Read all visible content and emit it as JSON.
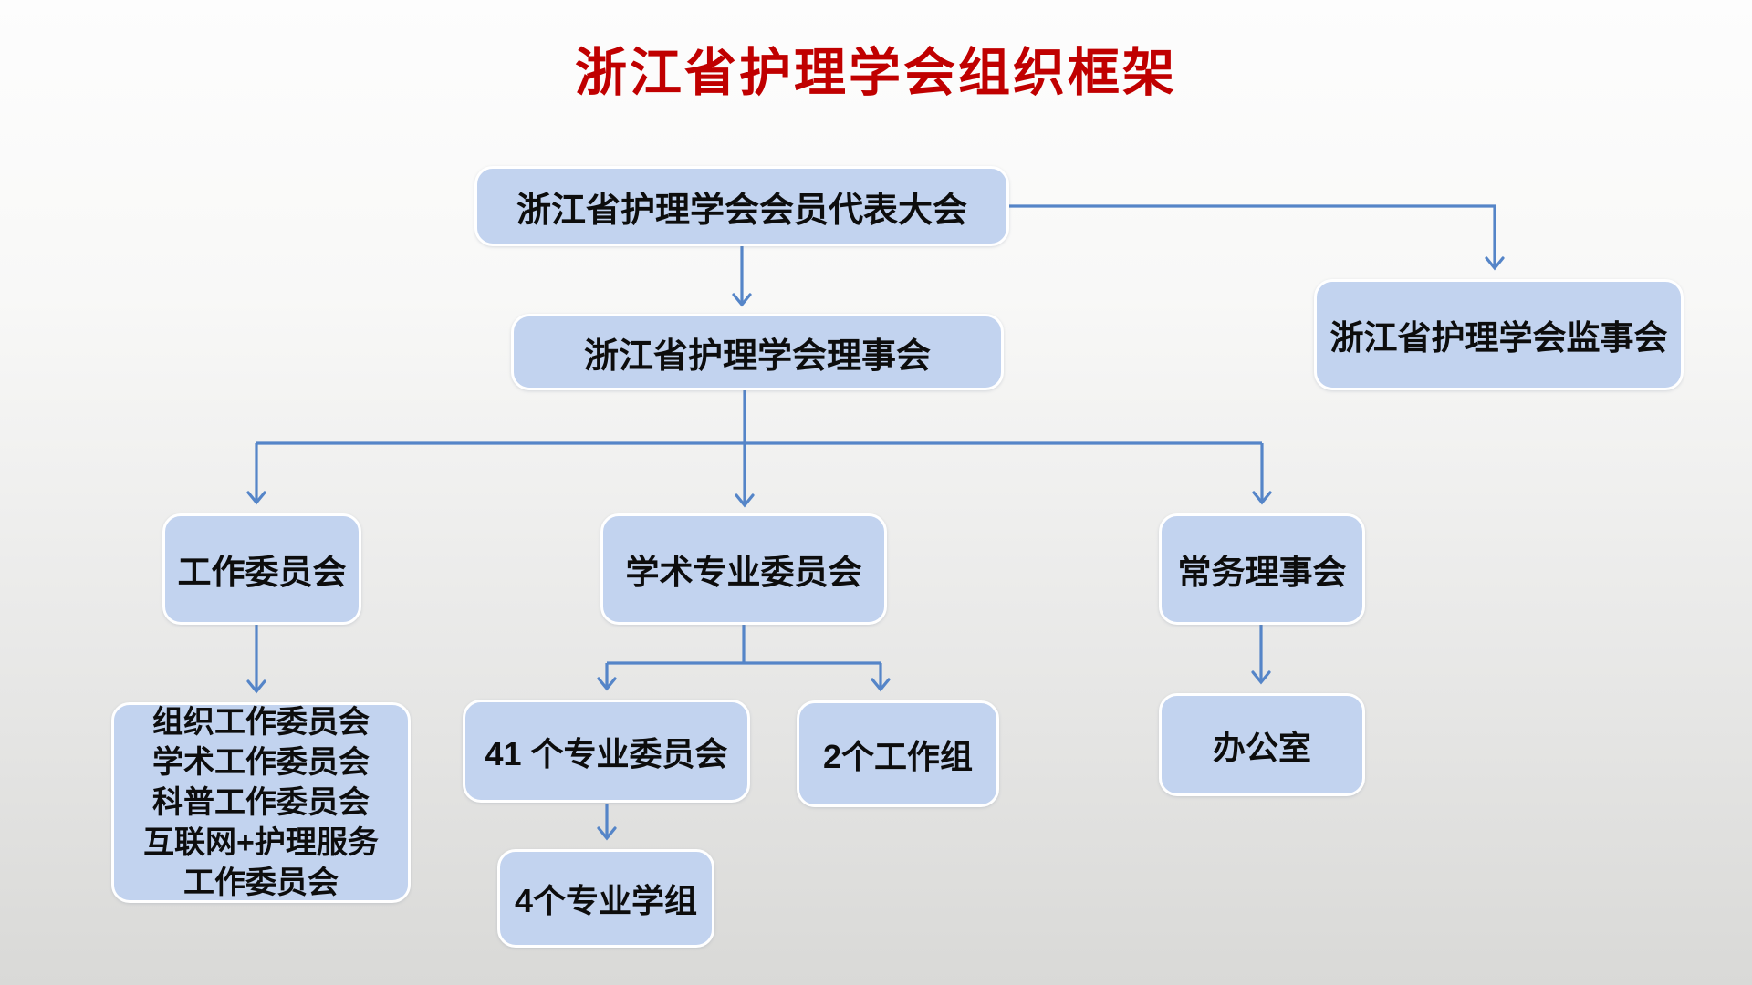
{
  "title": {
    "text": "浙江省护理学会组织框架",
    "color": "#c00000"
  },
  "colors": {
    "box_fill": "#c2d3ef",
    "box_border": "#ffffff",
    "box_text": "#0d0d0d",
    "connector": "#5585c8",
    "background_top": "#fdfdfd",
    "background_bottom": "#d9d9d7"
  },
  "nodes": {
    "congress": {
      "label": "浙江省护理学会会员代表大会"
    },
    "council": {
      "label": "浙江省护理学会理事会"
    },
    "supervisory": {
      "label": "浙江省护理学会监事会"
    },
    "work_committee": {
      "label": "工作委员会"
    },
    "academic_committee": {
      "label": "学术专业委员会"
    },
    "standing_council": {
      "label": "常务理事会"
    },
    "work_committee_list": {
      "lines": [
        "组织工作委员会",
        "学术工作委员会",
        "科普工作委员会",
        "互联网+护理服务",
        "工作委员会"
      ]
    },
    "specialty_committees": {
      "label": "41 个专业委员会"
    },
    "work_groups": {
      "label": "2个工作组"
    },
    "office": {
      "label": "办公室"
    },
    "specialty_groups": {
      "label": "4个专业学组"
    }
  },
  "edges": [
    {
      "from": "congress",
      "to": "council"
    },
    {
      "from": "congress",
      "to": "supervisory"
    },
    {
      "from": "council",
      "to": "work_committee"
    },
    {
      "from": "council",
      "to": "academic_committee"
    },
    {
      "from": "council",
      "to": "standing_council"
    },
    {
      "from": "work_committee",
      "to": "work_committee_list"
    },
    {
      "from": "academic_committee",
      "to": "specialty_committees"
    },
    {
      "from": "academic_committee",
      "to": "work_groups"
    },
    {
      "from": "standing_council",
      "to": "office"
    },
    {
      "from": "specialty_committees",
      "to": "specialty_groups"
    }
  ]
}
